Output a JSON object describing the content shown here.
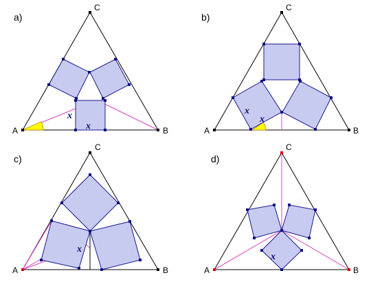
{
  "panels": [
    {
      "label": "a)",
      "vertices": {
        "a": "A",
        "b": "B",
        "c": "C"
      },
      "marker": "x",
      "marker2": "x"
    },
    {
      "label": "b)",
      "vertices": {
        "a": "A",
        "b": "B",
        "c": "C"
      },
      "marker": "x",
      "marker2": "x"
    },
    {
      "label": "c)",
      "vertices": {
        "a": "A",
        "b": "B",
        "c": "C"
      },
      "marker": "x"
    },
    {
      "label": "d)",
      "vertices": {
        "a": "A",
        "b": "B",
        "c": "C"
      },
      "marker": "x"
    }
  ],
  "colors": {
    "square_fill": "#c8cbf0",
    "square_stroke": "#1a1a8c",
    "aux_line": "#e040c0",
    "angle_fill": "#ffff00",
    "vertex_point": "#e00000"
  }
}
